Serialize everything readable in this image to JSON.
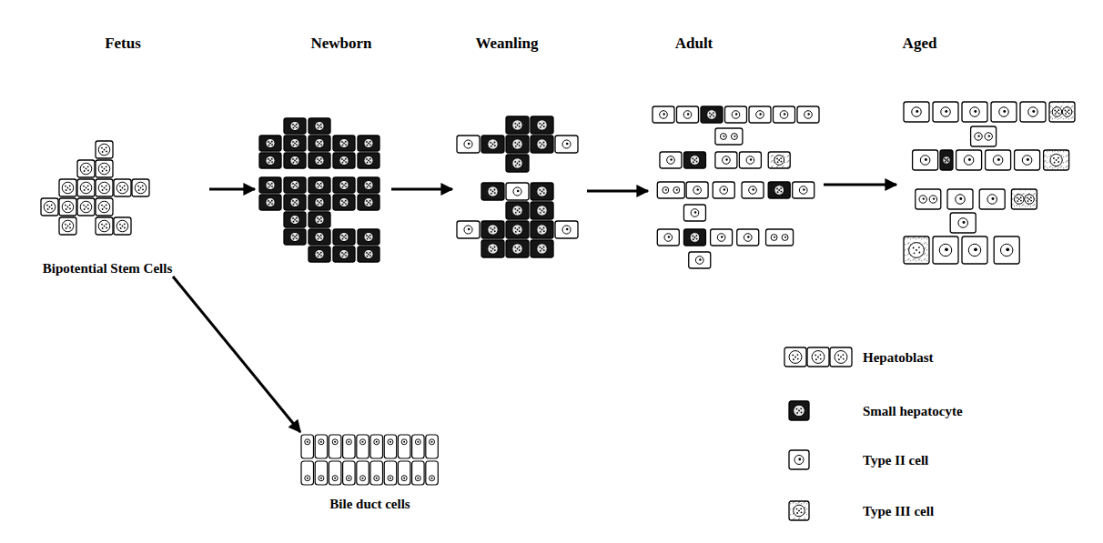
{
  "diagram": {
    "nodes": [
      {
        "text": [
          "Fetus",
          "Bipotential Stem Cells"
        ]
      },
      {
        "text": [
          "Newborn"
        ]
      },
      {
        "text": [
          "Weanling"
        ]
      },
      {
        "text": [
          "Adult"
        ]
      },
      {
        "text": [
          "Aged"
        ]
      },
      {
        "text": [
          "Bile duct cells"
        ]
      }
    ],
    "edges": [
      {
        "from": 0,
        "to": 1,
        "arrow": "to"
      },
      {
        "from": 1,
        "to": 2,
        "arrow": "to"
      },
      {
        "from": 2,
        "to": 3,
        "arrow": "to"
      },
      {
        "from": 3,
        "to": 4,
        "arrow": "to"
      },
      {
        "from": 0,
        "to": 5,
        "arrow": "to"
      }
    ],
    "legend": [
      {
        "text": "Hepatoblast"
      },
      {
        "text": "Small hepatocyte"
      },
      {
        "text": "Type II cell"
      },
      {
        "text": "Type III cell"
      }
    ]
  }
}
